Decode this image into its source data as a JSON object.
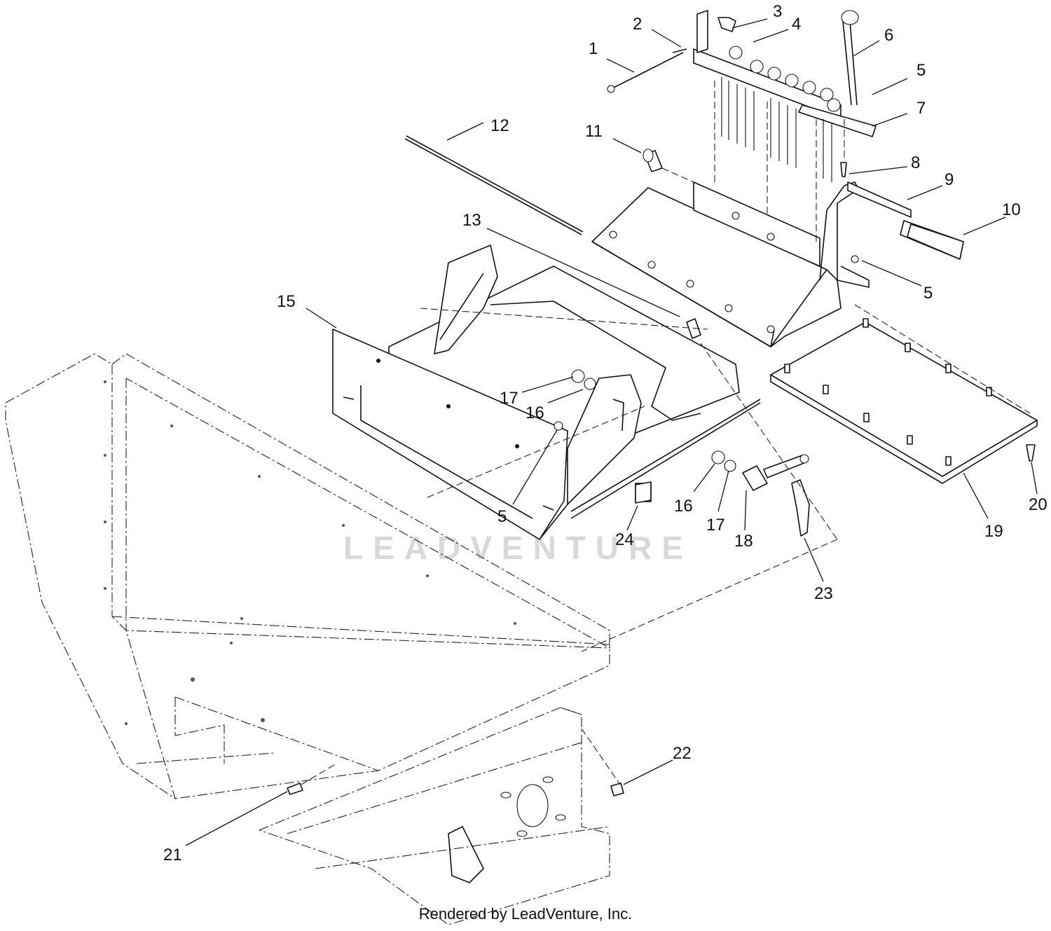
{
  "watermark_text": "LEADVENTURE",
  "credit": "Rendered by LeadVenture, Inc.",
  "callouts": [
    {
      "id": "c1",
      "label": "1"
    },
    {
      "id": "c2",
      "label": "2"
    },
    {
      "id": "c3",
      "label": "3"
    },
    {
      "id": "c4",
      "label": "4"
    },
    {
      "id": "c6",
      "label": "6"
    },
    {
      "id": "c5a",
      "label": "5"
    },
    {
      "id": "c7",
      "label": "7"
    },
    {
      "id": "c12",
      "label": "12"
    },
    {
      "id": "c11",
      "label": "11"
    },
    {
      "id": "c8",
      "label": "8"
    },
    {
      "id": "c9",
      "label": "9"
    },
    {
      "id": "c10",
      "label": "10"
    },
    {
      "id": "c13",
      "label": "13"
    },
    {
      "id": "c5b",
      "label": "5"
    },
    {
      "id": "c15",
      "label": "15"
    },
    {
      "id": "c17a",
      "label": "17"
    },
    {
      "id": "c16a",
      "label": "16"
    },
    {
      "id": "c5c",
      "label": "5"
    },
    {
      "id": "c16b",
      "label": "16"
    },
    {
      "id": "c17b",
      "label": "17"
    },
    {
      "id": "c18",
      "label": "18"
    },
    {
      "id": "c24",
      "label": "24"
    },
    {
      "id": "c23",
      "label": "23"
    },
    {
      "id": "c19",
      "label": "19"
    },
    {
      "id": "c20",
      "label": "20"
    },
    {
      "id": "c22",
      "label": "22"
    },
    {
      "id": "c21",
      "label": "21"
    }
  ]
}
